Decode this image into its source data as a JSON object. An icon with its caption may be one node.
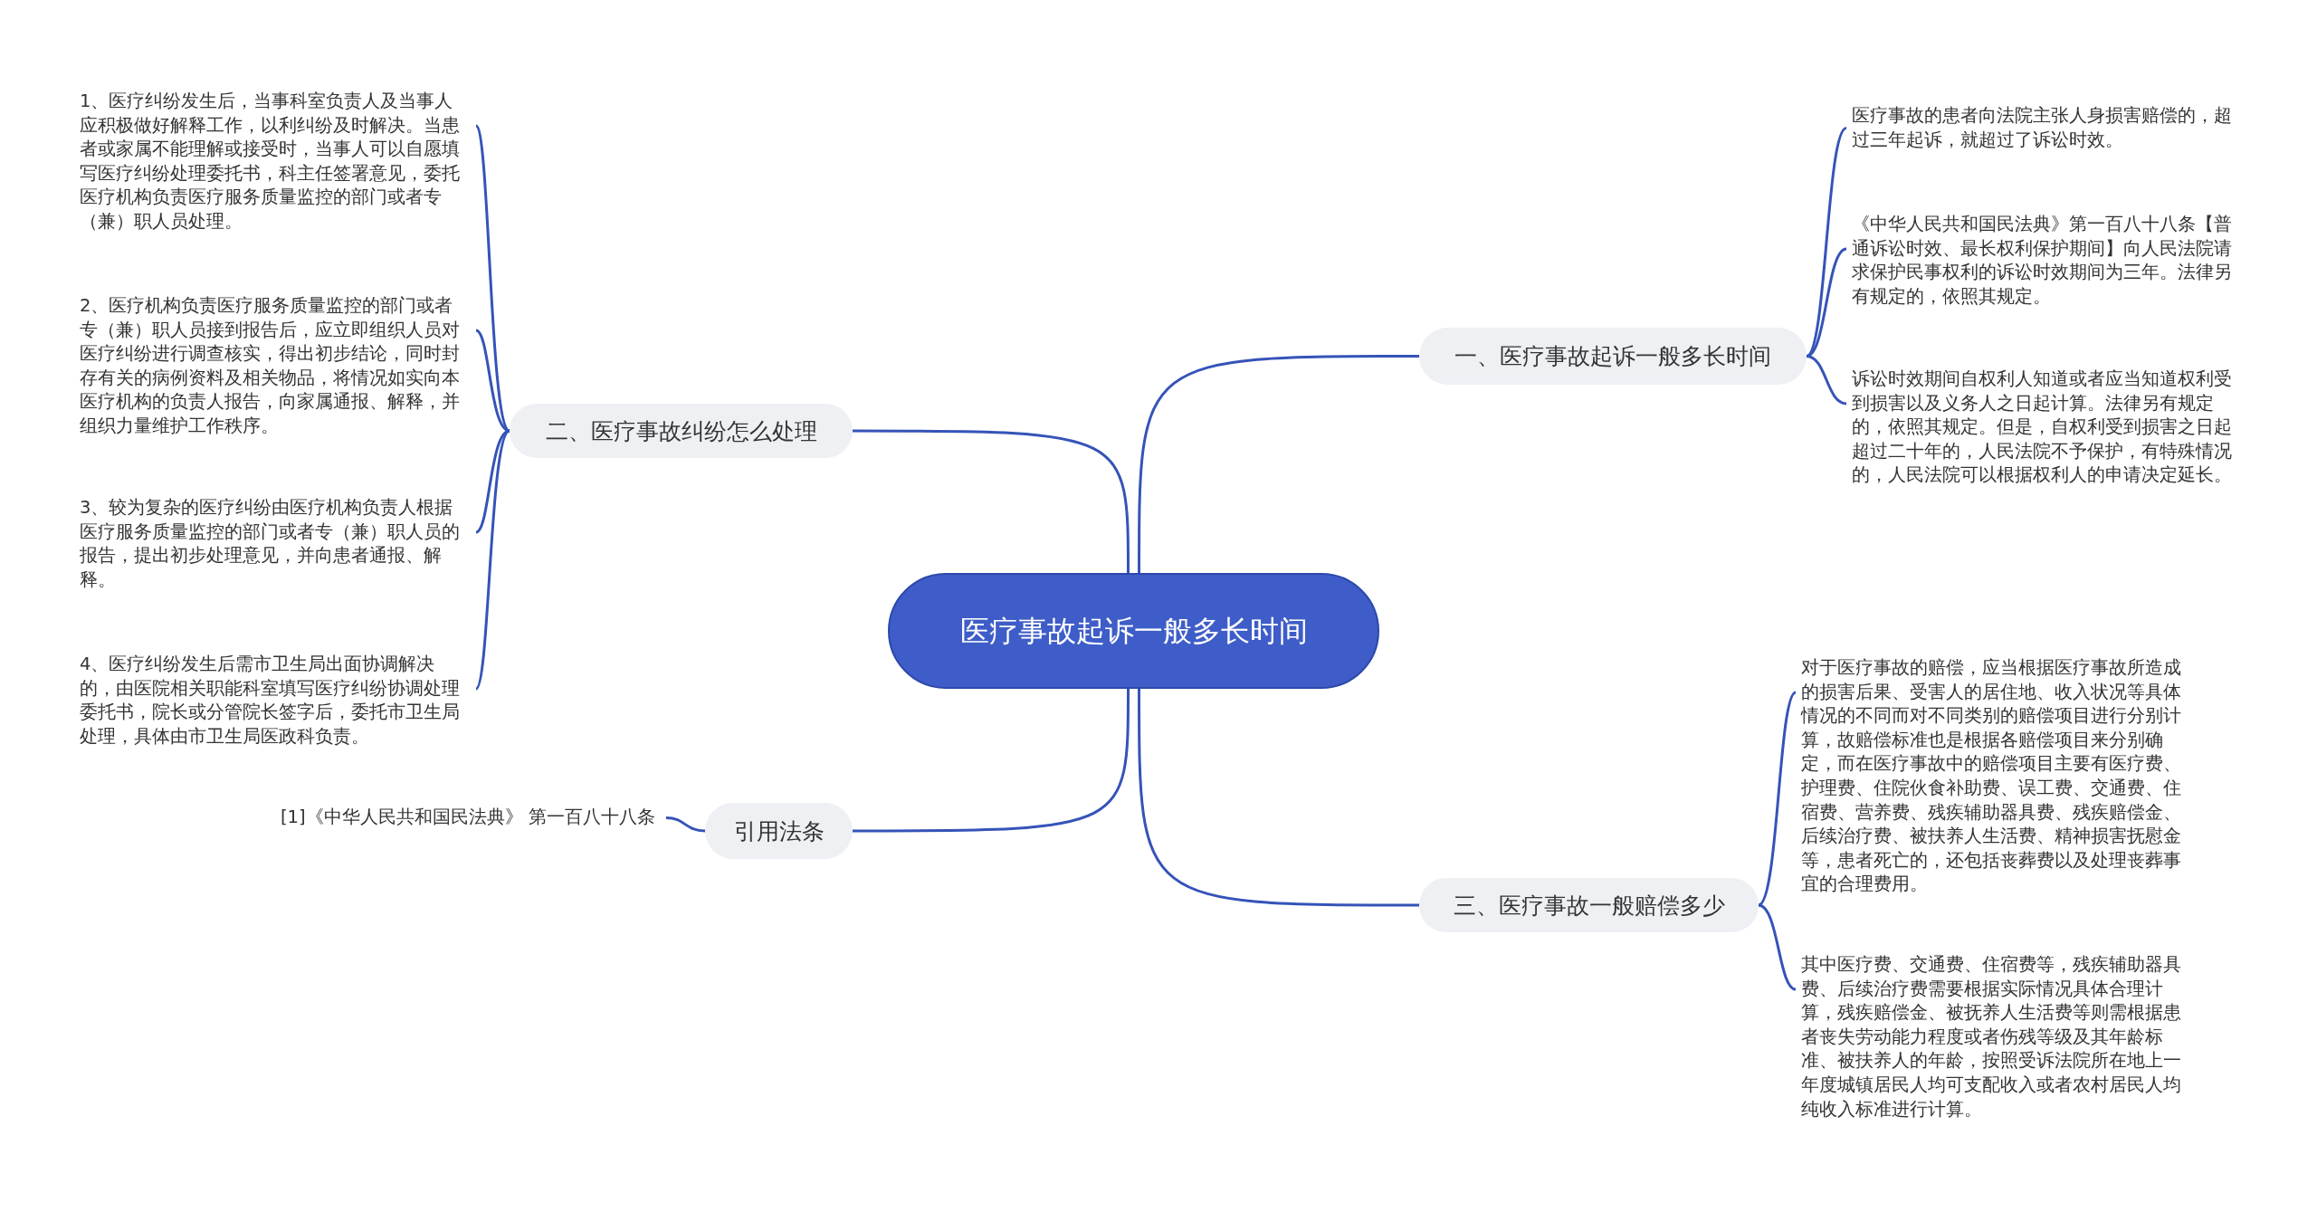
{
  "diagram": {
    "nodes": [
      {
        "text": [
          "医疗事故起诉一般多长时间"
        ]
      },
      {
        "text": [
          "一、医疗事故起诉一般多长时间"
        ]
      },
      {
        "text": [
          "医疗事故的患者向法院主张人身损害赔偿的，超过三年起诉，就超过了诉讼时效。"
        ]
      },
      {
        "text": [
          "《中华人民共和国民法典》第一百八十八条【普通诉讼时效、最长权利保护期间】向人民法院请求保护民事权利的诉讼时效期间为三年。法律另有规定的，依照其规定。"
        ]
      },
      {
        "text": [
          "诉讼时效期间自权利人知道或者应当知道权利受到损害以及义务人之日起计算。法律另有规定的，依照其规定。但是，自权利受到损害之日起超过二十年的，人民法院不予保护，有特殊情况的，人民法院可以根据权利人的申请决定延长。"
        ]
      },
      {
        "text": [
          "二、医疗事故纠纷怎么处理"
        ]
      },
      {
        "text": [
          "1、医疗纠纷发生后，当事科室负责人及当事人应积极做好解释工作，以利纠纷及时解决。当患者或家属不能理解或接受时，当事人可以自愿填写医疗纠纷处理委托书，科主任签署意见，委托医疗机构负责医疗服务质量监控的部门或者专（兼）职人员处理。"
        ]
      },
      {
        "text": [
          "2、医疗机构负责医疗服务质量监控的部门或者专（兼）职人员接到报告后，应立即组织人员对医疗纠纷进行调查核实，得出初步结论，同时封存有关的病例资料及相关物品，将情况如实向本医疗机构的负责人报告，向家属通报、解释，并组织力量维护工作秩序。"
        ]
      },
      {
        "text": [
          "3、较为复杂的医疗纠纷由医疗机构负责人根据医疗服务质量监控的部门或者专（兼）职人员的报告，提出初步处理意见，并向患者通报、解释。"
        ]
      },
      {
        "text": [
          "4、医疗纠纷发生后需市卫生局出面协调解决的，由医院相关职能科室填写医疗纠纷协调处理委托书，院长或分管院长签字后，委托市卫生局处理，具体由市卫生局医政科负责。"
        ]
      },
      {
        "text": [
          "引用法条"
        ]
      },
      {
        "text": [
          "[1]《中华人民共和国民法典》 第一百八十八条"
        ]
      },
      {
        "text": [
          "三、医疗事故一般赔偿多少"
        ]
      },
      {
        "text": [
          "对于医疗事故的赔偿，应当根据医疗事故所造成的损害后果、受害人的居住地、收入状况等具体情况的不同而对不同类别的赔偿项目进行分别计算，故赔偿标准也是根据各赔偿项目来分别确定，而在医疗事故中的赔偿项目主要有医疗费、护理费、住院伙食补助费、误工费、交通费、住宿费、营养费、残疾辅助器具费、残疾赔偿金、后续治疗费、被扶养人生活费、精神损害抚慰金等，患者死亡的，还包括丧葬费以及处理丧葬事宜的合理费用。"
        ]
      },
      {
        "text": [
          "其中医疗费、交通费、住宿费等，残疾辅助器具费、后续治疗费需要根据实际情况具体合理计算，残疾赔偿金、被抚养人生活费等则需根据患者丧失劳动能力程度或者伤残等级及其年龄标准、被扶养人的年龄，按照受诉法院所在地上一年度城镇居民人均可支配收入或者农村居民人均纯收入标准进行计算。"
        ]
      }
    ],
    "edges": [
      {
        "from": 0,
        "to": 1,
        "arrow": "none"
      },
      {
        "from": 1,
        "to": 2,
        "arrow": "none"
      },
      {
        "from": 1,
        "to": 3,
        "arrow": "none"
      },
      {
        "from": 1,
        "to": 4,
        "arrow": "none"
      },
      {
        "from": 0,
        "to": 5,
        "arrow": "none"
      },
      {
        "from": 5,
        "to": 6,
        "arrow": "none"
      },
      {
        "from": 5,
        "to": 7,
        "arrow": "none"
      },
      {
        "from": 5,
        "to": 8,
        "arrow": "none"
      },
      {
        "from": 5,
        "to": 9,
        "arrow": "none"
      },
      {
        "from": 0,
        "to": 10,
        "arrow": "none"
      },
      {
        "from": 10,
        "to": 11,
        "arrow": "none"
      },
      {
        "from": 0,
        "to": 12,
        "arrow": "none"
      },
      {
        "from": 12,
        "to": 13,
        "arrow": "none"
      },
      {
        "from": 12,
        "to": 14,
        "arrow": "none"
      }
    ]
  }
}
